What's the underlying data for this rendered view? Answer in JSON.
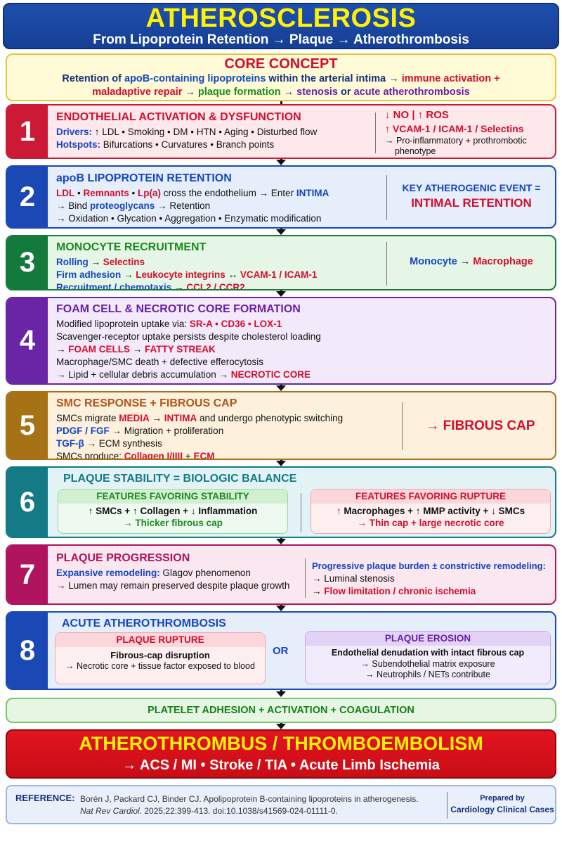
{
  "header": {
    "title": "ATHEROSCLEROSIS",
    "subtitle": "From Lipoprotein Retention → Plaque → Atherothrombosis"
  },
  "core": {
    "title": "CORE CONCEPT",
    "line1_a": "Retention of ",
    "line1_b": "apoB-containing lipoproteins",
    "line1_c": " within the arterial intima → ",
    "line1_d": "immune activation +",
    "line2_a": "maladaptive repair",
    "line2_b": " → ",
    "line2_c": "plaque formation",
    "line2_d": " → ",
    "line2_e": "stenosis",
    "line2_f": " or ",
    "line2_g": "acute atherothrombosis"
  },
  "steps": {
    "s1": {
      "num": "1",
      "title": "ENDOTHELIAL ACTIVATION & DYSFUNCTION",
      "drivers_label": "Drivers:",
      "drivers_text": " ↑ LDL • Smoking • DM • HTN • Aging • Disturbed flow",
      "hotspots_label": "Hotspots:",
      "hotspots_text": " Bifurcations • Curvatures • Branch points",
      "side1": "↓ NO  |  ↑ ROS",
      "side2": "↑ VCAM-1 / ICAM-1 / Selectins",
      "side3": "→ Pro-inflammatory + prothrombotic",
      "side4": "phenotype"
    },
    "s2": {
      "num": "2",
      "title_a": "apoB LIPOPROTEIN ",
      "title_b": "RETENTION",
      "l1_a": "LDL",
      "l1_b": " • ",
      "l1_c": "Remnants",
      "l1_d": " • ",
      "l1_e": "Lp(a)",
      "l1_f": " cross the endothelium → Enter ",
      "l1_g": "INTIMA",
      "l2_a": "→ Bind ",
      "l2_b": "proteoglycans",
      "l2_c": " → Retention",
      "l3": "→ Oxidation • Glycation • Aggregation • Enzymatic modification",
      "side1": "KEY ATHEROGENIC EVENT =",
      "side2": "INTIMAL RETENTION"
    },
    "s3": {
      "num": "3",
      "title": "MONOCYTE RECRUITMENT",
      "l1_a": "Rolling",
      "l1_b": " → ",
      "l1_c": "Selectins",
      "l2_a": "Firm adhesion",
      "l2_b": " → ",
      "l2_c": "Leukocyte integrins",
      "l2_d": " ↔ ",
      "l2_e": "VCAM-1 / ICAM-1",
      "l3_a": "Recruitment / chemotaxis",
      "l3_b": " → ",
      "l3_c": "CCL2 / CCR2",
      "side_a": "Monocyte",
      "side_b": " → ",
      "side_c": "Macrophage"
    },
    "s4": {
      "num": "4",
      "title": "FOAM CELL & NECROTIC CORE FORMATION",
      "l1_a": "Modified lipoprotein uptake via: ",
      "l1_b": "SR-A • CD36 • LOX-1",
      "l2": "Scavenger-receptor uptake persists despite cholesterol loading",
      "l3_a": "→ ",
      "l3_b": "FOAM CELLS",
      "l3_c": " → ",
      "l3_d": "FATTY STREAK",
      "l4": "Macrophage/SMC death + defective efferocytosis",
      "l5_a": "→ Lipid + cellular debris accumulation → ",
      "l5_b": "NECROTIC CORE"
    },
    "s5": {
      "num": "5",
      "title": "SMC RESPONSE + FIBROUS CAP",
      "l1_a": "SMCs migrate ",
      "l1_b": "MEDIA",
      "l1_c": " → ",
      "l1_d": "INTIMA",
      "l1_e": " and undergo phenotypic switching",
      "l2_a": "PDGF / FGF",
      "l2_b": " → Migration + proliferation",
      "l3_a": "TGF-β",
      "l3_b": " → ECM synthesis",
      "l4_a": "SMCs produce: ",
      "l4_b": "Collagen I/IIII",
      "l4_c": " + ",
      "l4_d": "ECM",
      "side": "→ FIBROUS CAP"
    },
    "s6": {
      "num": "6",
      "title": "PLAQUE STABILITY = BIOLOGIC BALANCE",
      "stab_head": "FEATURES FAVORING STABILITY",
      "stab_l1": "↑ SMCs + ↑ Collagen + ↓ Inflammation",
      "stab_l2": "→ Thicker fibrous cap",
      "rup_head": "FEATURES FAVORING RUPTURE",
      "rup_l1_a": "↑",
      "rup_l1_b": " Macrophages + ↑ MMP activity + ↓ SMCs",
      "rup_l2": "→ Thin cap + large necrotic core"
    },
    "s7": {
      "num": "7",
      "title": "PLAQUE PROGRESSION",
      "l1_a": "Expansive remodeling:",
      "l1_b": " Glagov phenomenon",
      "l2": "→ Lumen may remain preserved despite plaque growth",
      "side1": "Progressive plaque burden ± constrictive remodeling:",
      "side2": "→ Luminal stenosis",
      "side3_a": "→ ",
      "side3_b": "Flow limitation / chronic ischemia"
    },
    "s8": {
      "num": "8",
      "title": "ACUTE ATHEROTHROMBOSIS",
      "rup_head": "PLAQUE RUPTURE",
      "rup_l1": "Fibrous-cap disruption",
      "rup_l2": "→ Necrotic core + tissue factor exposed to blood",
      "or": "OR",
      "ero_head": "PLAQUE EROSION",
      "ero_l1": "Endothelial denudation with intact fibrous cap",
      "ero_l2": "→ Subendothelial matrix exposure",
      "ero_l3": "→ Neutrophils / NETs contribute"
    }
  },
  "platelet": "PLATELET ADHESION + ACTIVATION + COAGULATION",
  "final": {
    "title": "ATHEROTHROMBUS / THROMBOEMBOLISM",
    "subtitle": "→ ACS / MI • Stroke / TIA • Acute Limb Ischemia"
  },
  "reference": {
    "label": "REFERENCE:",
    "line1": "Borén J, Packard CJ, Binder CJ. Apolipoprotein B-containing lipoproteins in atherogenesis.",
    "line2_journal": "Nat Rev Cardiol.",
    "line2_rest": " 2025;22:399-413. doi:10.1038/s41569-024-01111-0.",
    "prepared_by": "Prepared by",
    "org": "Cardiology Clinical Cases"
  },
  "colors": {
    "step1": "#cc1a36",
    "step2": "#1a48b5",
    "step3": "#137a3c",
    "step4": "#6a24a6",
    "step5": "#a77116",
    "step6": "#137a86",
    "step7": "#b0145f",
    "step8": "#1a48b5"
  }
}
